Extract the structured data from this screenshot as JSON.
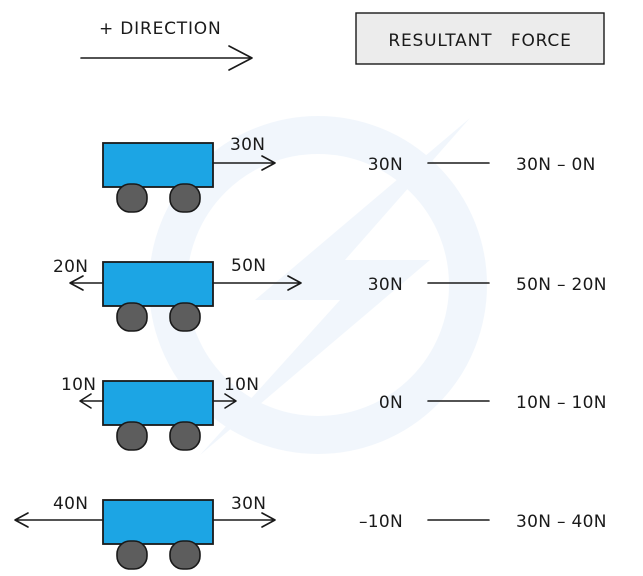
{
  "header": {
    "direction_label": "+ DIRECTION",
    "resultant_label": "RESULTANT   FORCE"
  },
  "colors": {
    "cart": "#1ca5e4",
    "wheel": "#5d5d5d",
    "box": "#ececec",
    "ink": "#1a1a1a"
  },
  "rows": [
    {
      "left_force": "",
      "right_force": "30N",
      "resultant": "30N",
      "calculation": "30N – 0N"
    },
    {
      "left_force": "20N",
      "right_force": "50N",
      "resultant": "30N",
      "calculation": "50N – 20N"
    },
    {
      "left_force": "10N",
      "right_force": "10N",
      "resultant": "0N",
      "calculation": "10N – 10N"
    },
    {
      "left_force": "40N",
      "right_force": "30N",
      "resultant": "–10N",
      "calculation": "30N – 40N"
    }
  ]
}
